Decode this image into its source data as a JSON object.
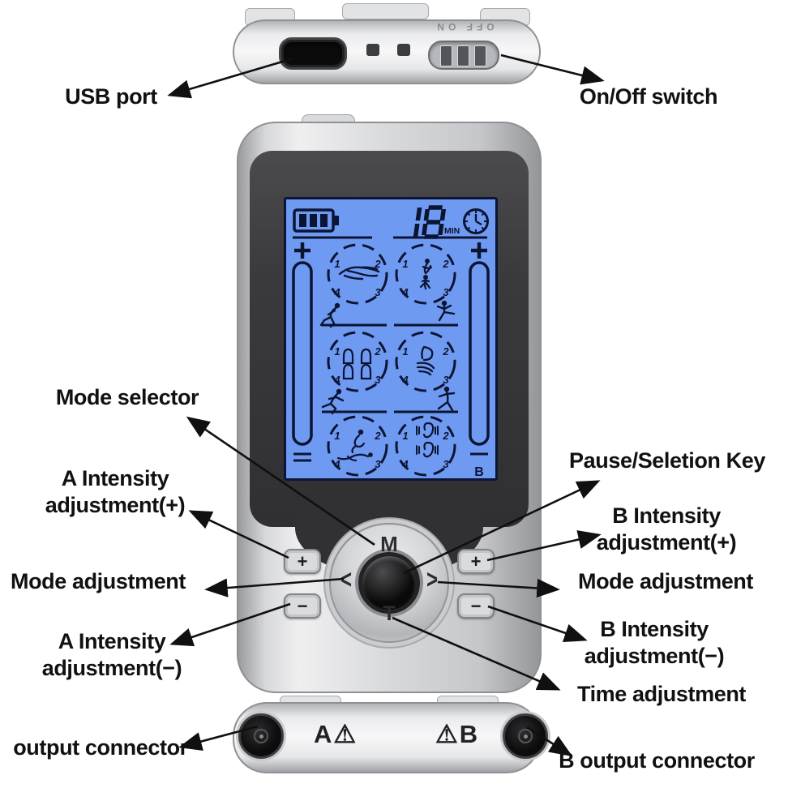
{
  "page": {
    "background": "#ffffff"
  },
  "colors": {
    "lcd_blue": "#6f9af2",
    "lcd_ink": "#0c1433",
    "body_silver": "#d7d8da",
    "face_dark": "#3a3a3d",
    "label_text": "#111111",
    "arrow": "#101010"
  },
  "callouts": {
    "usb_port": "USB port",
    "on_off_switch": "On/Off switch",
    "mode_selector": "Mode selector",
    "a_intensity_plus": {
      "line1": "A Intensity",
      "line2": "adjustment(+)"
    },
    "mode_adjustment_left": "Mode adjustment",
    "a_intensity_minus": {
      "line1": "A Intensity",
      "line2": "adjustment(−)"
    },
    "output_connector": "output connector",
    "pause_selection_key": "Pause/Seletion Key",
    "b_intensity_plus": {
      "line1": "B Intensity",
      "line2": "adjustment(+)"
    },
    "mode_adjustment_right": "Mode adjustment",
    "b_intensity_minus": {
      "line1": "B Intensity",
      "line2": "adjustment(−)"
    },
    "time_adjustment": "Time adjustment",
    "b_output_connector": "B output connector"
  },
  "top_view": {
    "switch_text": "OFF ON"
  },
  "screen": {
    "battery_bars": 3,
    "timer_value": "18",
    "timer_unit": "MIN",
    "plus_a": "+",
    "plus_b": "+",
    "channel_b": "B",
    "circle_numbers": {
      "n1": "1",
      "n2": "2",
      "n3": "3",
      "n4": "4"
    },
    "mode_icons": [
      "kneading-hand",
      "acupuncture-figures",
      "cupping-jars",
      "scratching-hand",
      "body-massage-figures",
      "ear-massage"
    ],
    "divider_figures": [
      "crouch-runner",
      "kick-figure",
      "sprint-runner",
      "dance-figure"
    ]
  },
  "controls": {
    "mode_key": "M",
    "left_key": "<",
    "right_key": ">",
    "time_key": "T",
    "plus": "+",
    "minus": "−"
  },
  "bottom_view": {
    "channel_a": "A",
    "channel_b": "B",
    "warning": "⚠"
  }
}
